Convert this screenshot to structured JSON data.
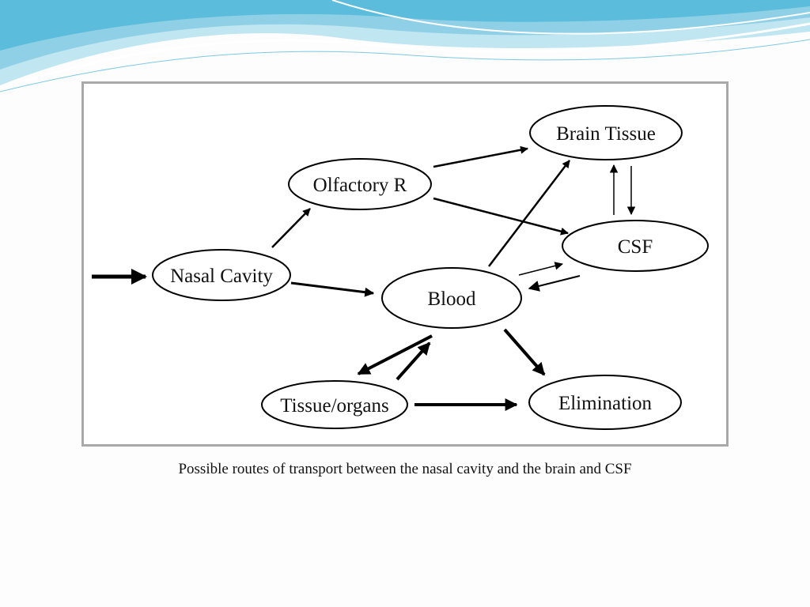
{
  "slide": {
    "theme_colors": {
      "wave_light": "#9ed9ea",
      "wave_mid": "#5cbfdc",
      "wave_dark": "#2a9cc4"
    }
  },
  "diagram": {
    "nodes": {
      "brain_tissue": "Brain Tissue",
      "olfactory": "Olfactory R",
      "csf": "CSF",
      "nasal_cavity": "Nasal Cavity",
      "blood": "Blood",
      "tissue_organs": "Tissue/organs",
      "elimination": "Elimination"
    }
  },
  "caption": "Possible routes of transport between the nasal cavity and the brain and CSF"
}
